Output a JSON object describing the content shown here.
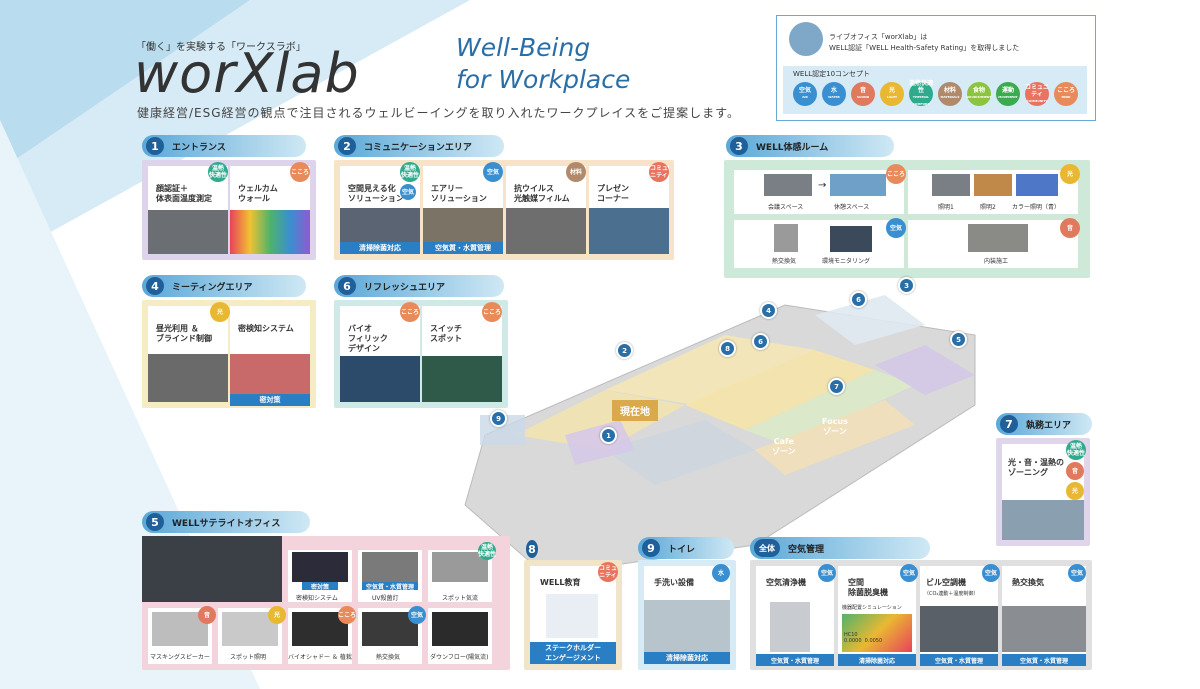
{
  "header": {
    "kicker": "「働く」を実験する「ワークスラボ」",
    "logo": "worXlab",
    "tagline_line1": "Well-Being",
    "tagline_line2": "for Workplace",
    "subtitle": "健康経営/ESG経営の観点で注目されるウェルビーイングを取り入れたワークプレイスをご提案します。"
  },
  "well_box": {
    "line1": "ライブオフィス「worXlab」は",
    "line2": "WELL認証「WELL Health-Safety Rating」を取得しました",
    "concepts_title": "WELL認定10コンセプト",
    "concepts": [
      {
        "jp": "空気",
        "en": "AIR",
        "color": "#3a8fd0"
      },
      {
        "jp": "水",
        "en": "WATER",
        "color": "#3a8fd0"
      },
      {
        "jp": "音",
        "en": "SOUND",
        "color": "#e07a5f"
      },
      {
        "jp": "光",
        "en": "LIGHT",
        "color": "#e9b832"
      },
      {
        "jp": "温熱快適性",
        "en": "THERMAL COMFORT",
        "color": "#2faa8c"
      },
      {
        "jp": "材料",
        "en": "MATERIALS",
        "color": "#b08a6a"
      },
      {
        "jp": "食物",
        "en": "NOURISHMENT",
        "color": "#8cc43f"
      },
      {
        "jp": "運動",
        "en": "MOVEMENT",
        "color": "#3caa4f"
      },
      {
        "jp": "コミュニティ",
        "en": "COMMUNITY",
        "color": "#e8735f"
      },
      {
        "jp": "こころ",
        "en": "MIND",
        "color": "#e88a5a"
      }
    ]
  },
  "sections": {
    "s1": {
      "num": "1",
      "title": "エントランス",
      "c1": "顔認証＋\n体表面温度測定",
      "c2": "ウェルカム\nウォール",
      "b1": "温熱\n快適性",
      "b2": "こころ"
    },
    "s2": {
      "num": "2",
      "title": "コミュニケーションエリア",
      "c1": "空間見える化\nソリューション",
      "c2": "エアリー\nソリューション",
      "c3": "抗ウイルス\n光触媒フィルム",
      "c4": "プレゼン\nコーナー",
      "bar1": "清掃除菌対応",
      "bar2": "空気質・水質管理",
      "b1": "温熱\n快適性",
      "b1b": "空気",
      "b2": "空気",
      "b3": "材料",
      "b4": "コミュ\nニティ"
    },
    "s3": {
      "num": "3",
      "title": "WELL体感ルーム",
      "l1": "会議スペース",
      "l2": "休憩スペース",
      "l3": "照明1",
      "l4": "照明2",
      "l5": "カラー照明（青）",
      "l6": "熱交換気",
      "l7": "環境モニタリング",
      "l8": "内装施工",
      "b1": "こころ",
      "b2": "光",
      "b3": "空気",
      "b4": "音"
    },
    "s4": {
      "num": "4",
      "title": "ミーティングエリア",
      "c1": "昼光利用 ＆\nブラインド制御",
      "c2": "密検知システム",
      "bar": "密対策",
      "b1": "光"
    },
    "s5": {
      "num": "5",
      "title": "WELLサテライトオフィス",
      "l1": "密対策",
      "l2": "密検知システム",
      "l3": "空気質・水質管理",
      "l4": "UV殺菌灯",
      "l5": "スポット気流",
      "l6": "マスキングスピーカー",
      "l7": "スポット照明",
      "l8": "バイオシャドー ＆ 植栽",
      "l9": "熱交換気",
      "l10": "ダウンフロー(陽気流)",
      "b1": "温熱\n快適性",
      "b2": "音",
      "b3": "光",
      "b4": "こころ",
      "b5": "空気"
    },
    "s6": {
      "num": "6",
      "title": "リフレッシュエリア",
      "c1": "バイオ\nフィリック\nデザイン",
      "c2": "スイッチ\nスポット",
      "b1": "こころ",
      "b2": "こころ"
    },
    "s7": {
      "num": "7",
      "title": "執務エリア",
      "c1": "光・音・温熱の\nゾーニング",
      "b1": "温熱\n快適性",
      "b2": "音",
      "b3": "光"
    },
    "s8": {
      "num": "8",
      "title": "WELL教育",
      "c1": "WELL教育",
      "bar": "ステークホルダー\nエンゲージメント",
      "b1": "コミュ\nニティ"
    },
    "s9": {
      "num": "9",
      "title": "トイレ",
      "c1": "手洗い設備",
      "bar": "清掃除菌対応",
      "b1": "水"
    },
    "s10": {
      "tag": "全体",
      "title": "空気管理",
      "c1": "空気清浄機",
      "c2": "空間\n除菌脱臭機",
      "c2sub": "機器配置シミュレーション",
      "c2val": "HC10\n0.0000  0.0050",
      "c3": "ビル空調機",
      "c3sub": "（CO₂連動＋温度制御）",
      "c4": "熱交換気",
      "bar1": "空気質・水質管理",
      "bar2": "清掃除菌対応",
      "bar3": "空気質・水質管理",
      "bar4": "空気質・水質管理",
      "b": "空気"
    }
  },
  "map": {
    "current": "現在地",
    "cafe": "Cafe\nゾーン",
    "focus": "Focus\nゾーン",
    "pins": [
      "1",
      "2",
      "3",
      "4",
      "5",
      "6",
      "7",
      "8",
      "9",
      "6"
    ]
  }
}
